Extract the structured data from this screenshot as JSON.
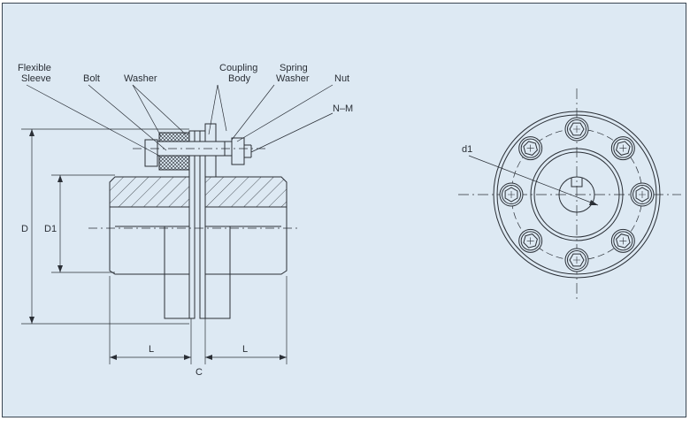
{
  "callouts": {
    "flexible_sleeve_1": "Flexible",
    "flexible_sleeve_2": "Sleeve",
    "bolt": "Bolt",
    "washer": "Washer",
    "coupling_body_1": "Coupling",
    "coupling_body_2": "Body",
    "spring_washer_1": "Spring",
    "spring_washer_2": "Washer",
    "nut": "Nut",
    "thread": "N–M"
  },
  "dimensions": {
    "outer_diameter": "D",
    "hub_diameter": "D1",
    "hub_length_left": "L",
    "hub_length_right": "L",
    "gap": "C",
    "bore": "d1"
  },
  "colors": {
    "background": "#dde9f3",
    "line": "#2a2f36"
  }
}
